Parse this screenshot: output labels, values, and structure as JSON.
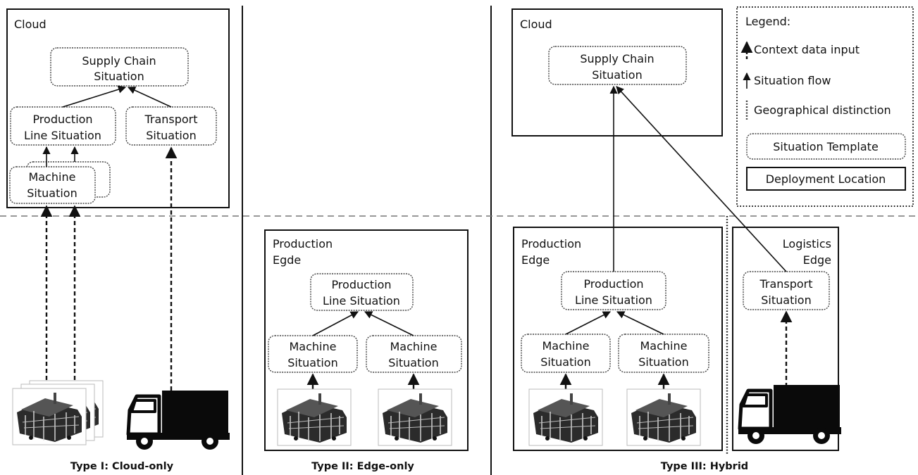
{
  "sections": [
    {
      "caption": "Type I: Cloud-only"
    },
    {
      "caption": "Type II: Edge-only"
    },
    {
      "caption": "Type III: Hybrid"
    }
  ],
  "type1": {
    "location": "Cloud",
    "supply_chain": [
      "Supply Chain",
      "Situation"
    ],
    "production_line": [
      "Production",
      "Line Situation"
    ],
    "transport": [
      "Transport",
      "Situation"
    ],
    "machine": [
      "Machine",
      "Situation"
    ]
  },
  "type2": {
    "location": [
      "Production",
      "Egde"
    ],
    "production_line": [
      "Production",
      "Line Situation"
    ],
    "machine_a": [
      "Machine",
      "Situation"
    ],
    "machine_b": [
      "Machine",
      "Situation"
    ]
  },
  "type3": {
    "cloud_location": "Cloud",
    "supply_chain": [
      "Supply Chain",
      "Situation"
    ],
    "production_location": [
      "Production",
      "Edge"
    ],
    "production_line": [
      "Production",
      "Line Situation"
    ],
    "machine_a": [
      "Machine",
      "Situation"
    ],
    "machine_b": [
      "Machine",
      "Situation"
    ],
    "logistics_location": [
      "Logistics",
      "Edge"
    ],
    "transport": [
      "Transport",
      "Situation"
    ]
  },
  "legend": {
    "title": "Legend:",
    "context_data_input": "Context data input",
    "situation_flow": "Situation flow",
    "geographical_distinction": "Geographical distinction",
    "situation_template": "Situation Template",
    "deployment_location": "Deployment Location"
  }
}
